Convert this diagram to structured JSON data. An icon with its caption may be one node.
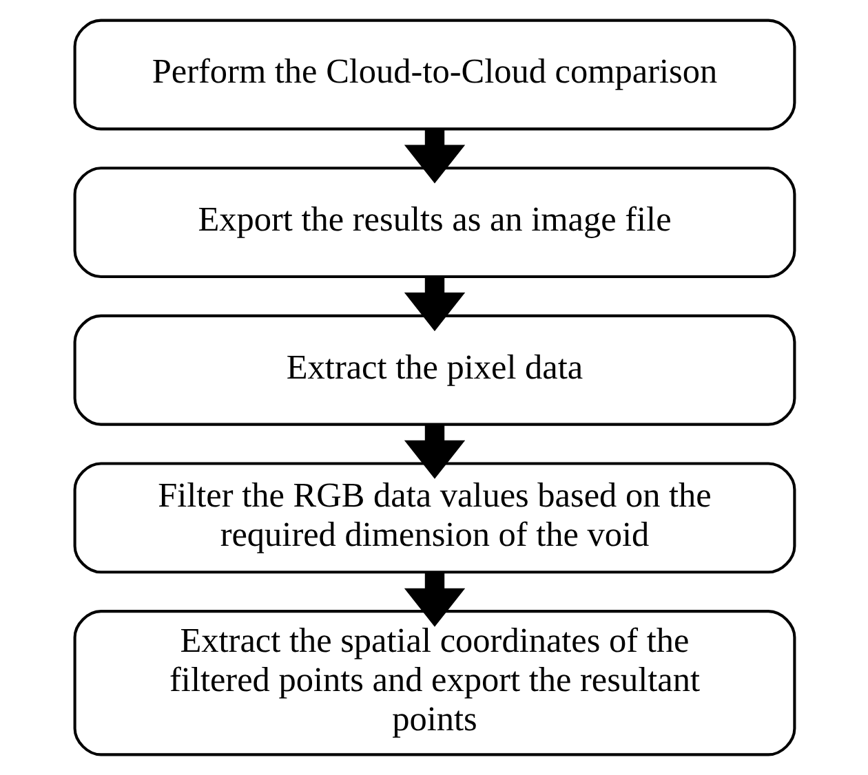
{
  "diagram": {
    "nodes": [
      {
        "text": [
          "Perform the Cloud-to-Cloud comparison"
        ]
      },
      {
        "text": [
          "Export the results as an image file"
        ]
      },
      {
        "text": [
          "Extract the pixel data"
        ]
      },
      {
        "text": [
          "Filter the RGB data values based on the required dimension of the void"
        ]
      },
      {
        "text": [
          "Extract the spatial coordinates of the filtered points and export the resultant points"
        ]
      }
    ],
    "edges": [
      {
        "from": 0,
        "to": 1,
        "arrow": "to"
      },
      {
        "from": 1,
        "to": 2,
        "arrow": "to"
      },
      {
        "from": 2,
        "to": 3,
        "arrow": "to"
      },
      {
        "from": 3,
        "to": 4,
        "arrow": "to"
      }
    ]
  }
}
